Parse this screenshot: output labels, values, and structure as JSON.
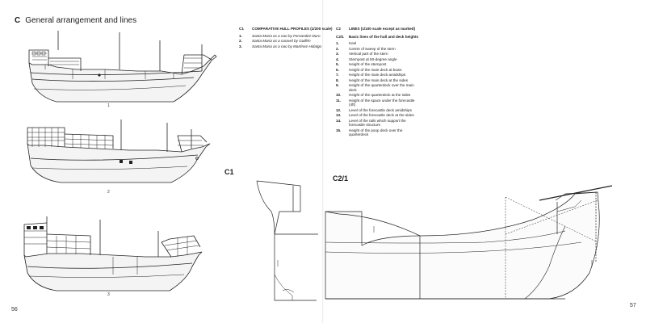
{
  "section": {
    "letter": "C",
    "title": "General arrangement and lines"
  },
  "left_page": {
    "page_number": "56",
    "figure_numbers": [
      "1",
      "2",
      "3"
    ]
  },
  "right_page": {
    "page_number": "57",
    "c1_label": "C1",
    "c21_label": "C2/1",
    "column1": {
      "code": "C1",
      "heading": "COMPARATIVE HULL PROFILES (1/200 scale)",
      "items": [
        {
          "n": "1.",
          "text": "Santa Maria as a nao by Fernandez-Duro"
        },
        {
          "n": "2.",
          "text": "Santa Maria as a caravel by Guillén"
        },
        {
          "n": "3.",
          "text": "Santa Maria as a nao by Martínez-Hidalgo"
        }
      ]
    },
    "column2": {
      "code": "C2",
      "heading": "LINES (1/100 scale except as marked)",
      "sub_code": "C2/1",
      "sub_heading": "Basic lines of the hull and deck heights",
      "items": [
        {
          "n": "1.",
          "text": "Keel"
        },
        {
          "n": "2.",
          "text": "Centre of sweep of the stern"
        },
        {
          "n": "3.",
          "text": "Vertical part of the stern"
        },
        {
          "n": "4.",
          "text": "Sternpost at 60-degree angle"
        },
        {
          "n": "5.",
          "text": "Height of the sternpost"
        },
        {
          "n": "6.",
          "text": "Height of the main deck at bows"
        },
        {
          "n": "7.",
          "text": "Height of the main deck amidships"
        },
        {
          "n": "8.",
          "text": "Height of the main deck at the sides"
        },
        {
          "n": "9.",
          "text": "Height of the quarterdeck over the main deck"
        },
        {
          "n": "10.",
          "text": "Height of the quarterdeck at the sides"
        },
        {
          "n": "11.",
          "text": "Height of the space under the forecastle (4ft)"
        },
        {
          "n": "12.",
          "text": "Level of the forecastle deck amidships"
        },
        {
          "n": "13.",
          "text": "Level of the forecastle deck at the sides"
        },
        {
          "n": "14.",
          "text": "Level of the rails which support the forecastle structure"
        },
        {
          "n": "15.",
          "text": "Height of the poop deck over the quarterdeck"
        }
      ]
    }
  }
}
